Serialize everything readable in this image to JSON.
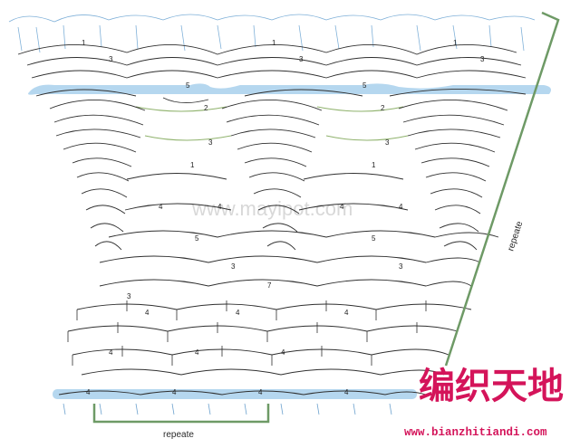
{
  "diagram": {
    "colors": {
      "stitch": "#2f2f2f",
      "highlight_band": "#a8d0ec",
      "guide_line": "#8fb26c",
      "bracket": "#6e9a66",
      "watermark": "#d8d8d8",
      "brand": "#d4145a"
    },
    "labels": {
      "repeat_side": "repeate",
      "repeat_bottom": "repeate",
      "watermark": "www.mayipot.com",
      "brand_title": "编织天地",
      "brand_url": "www.bianzhitiandi.com"
    },
    "row_numbers": {
      "top_crown": [
        "1",
        "3",
        "5"
      ],
      "fan_rows": [
        "1",
        "2",
        "3",
        "4",
        "5",
        "7"
      ],
      "base_rows": [
        "3",
        "4"
      ]
    }
  }
}
